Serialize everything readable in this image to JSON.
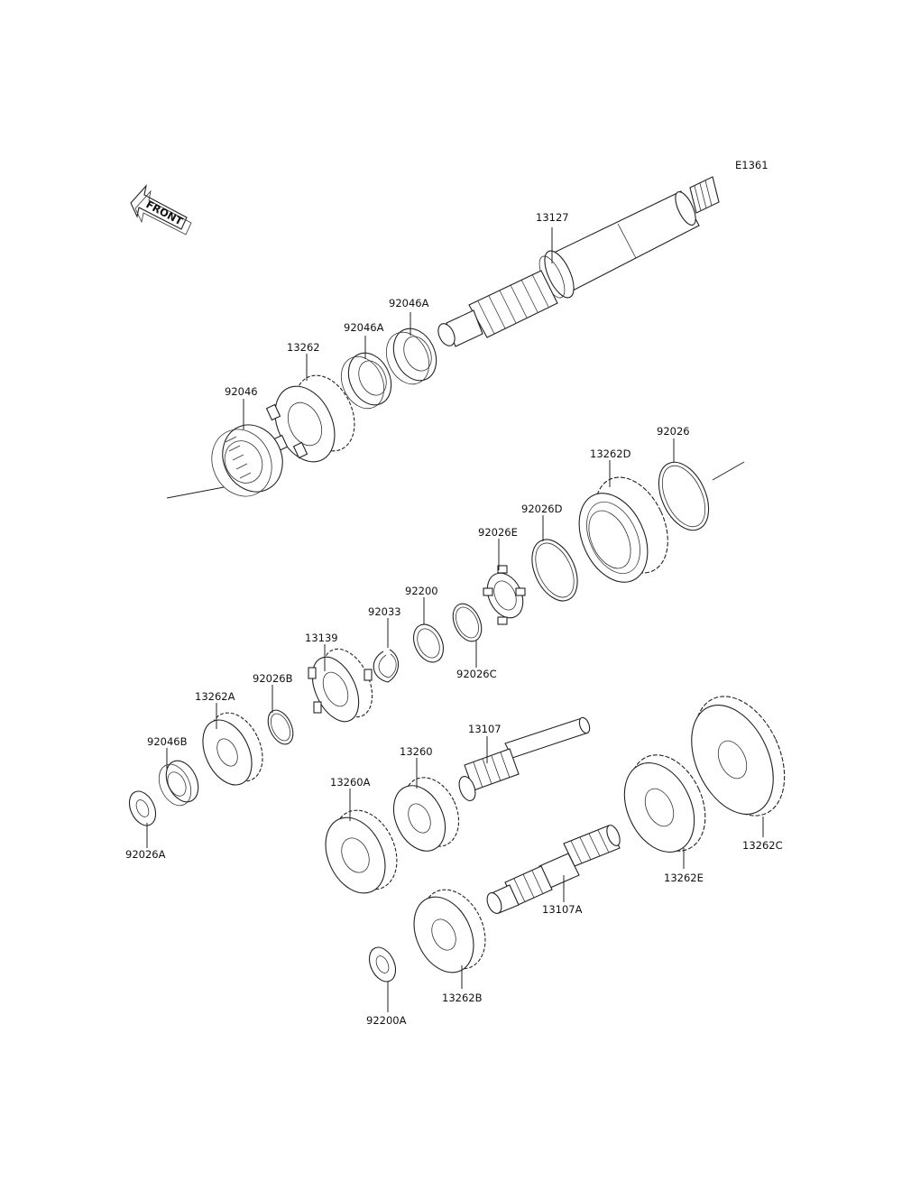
{
  "diagram_code": "E1361",
  "front_label": "FRONT",
  "parts": [
    {
      "name": "part-13127",
      "label": "13127"
    },
    {
      "name": "part-92046A-upper",
      "label": "92046A"
    },
    {
      "name": "part-92046A-lower",
      "label": "92046A"
    },
    {
      "name": "part-13262",
      "label": "13262"
    },
    {
      "name": "part-92046",
      "label": "92046"
    },
    {
      "name": "part-92026",
      "label": "92026"
    },
    {
      "name": "part-13262D",
      "label": "13262D"
    },
    {
      "name": "part-92026D",
      "label": "92026D"
    },
    {
      "name": "part-92026E",
      "label": "92026E"
    },
    {
      "name": "part-92200",
      "label": "92200"
    },
    {
      "name": "part-92033",
      "label": "92033"
    },
    {
      "name": "part-92026C",
      "label": "92026C"
    },
    {
      "name": "part-13139",
      "label": "13139"
    },
    {
      "name": "part-92026B",
      "label": "92026B"
    },
    {
      "name": "part-13262A",
      "label": "13262A"
    },
    {
      "name": "part-92046B",
      "label": "92046B"
    },
    {
      "name": "part-92026A",
      "label": "92026A"
    },
    {
      "name": "part-13107",
      "label": "13107"
    },
    {
      "name": "part-13260",
      "label": "13260"
    },
    {
      "name": "part-13260A",
      "label": "13260A"
    },
    {
      "name": "part-13262C",
      "label": "13262C"
    },
    {
      "name": "part-13262E",
      "label": "13262E"
    },
    {
      "name": "part-13107A",
      "label": "13107A"
    },
    {
      "name": "part-13262B",
      "label": "13262B"
    },
    {
      "name": "part-92200A",
      "label": "92200A"
    }
  ]
}
